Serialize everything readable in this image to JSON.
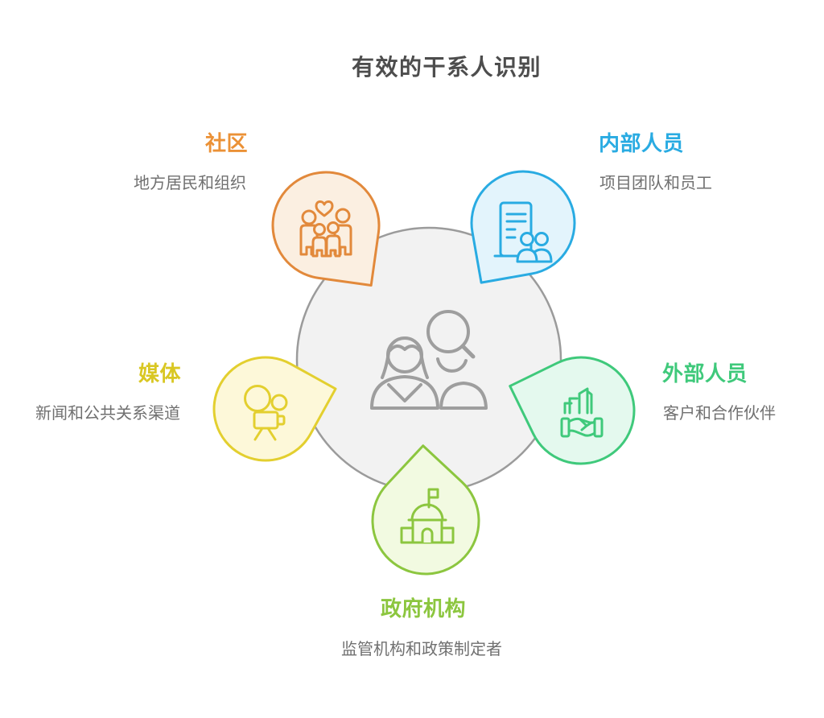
{
  "title": "有效的干系人识别",
  "center": {
    "icon": "people-search-icon",
    "fill": "#F2F2F2",
    "stroke": "#9B9B9B",
    "icon_stroke": "#9E9E9E"
  },
  "text_colors": {
    "title": "#4D4D4D",
    "description": "#707070"
  },
  "nodes": {
    "community": {
      "heading": "社区",
      "description": "地方居民和组织",
      "heading_color": "#EB9136",
      "stroke": "#E2893B",
      "fill": "#FBEFE1",
      "icon": "family-heart-icon"
    },
    "internal": {
      "heading": "内部人员",
      "description": "项目团队和员工",
      "heading_color": "#29ABE2",
      "stroke": "#29ABE2",
      "fill": "#E3F4FC",
      "icon": "office-building-staff-icon"
    },
    "media": {
      "heading": "媒体",
      "description": "新闻和公共关系渠道",
      "heading_color": "#D9C723",
      "stroke": "#E3CF2F",
      "fill": "#FDF8D9",
      "icon": "movie-camera-icon"
    },
    "external": {
      "heading": "外部人员",
      "description": "客户和合作伙伴",
      "heading_color": "#3FC97B",
      "stroke": "#3FC97B",
      "fill": "#E4F9EE",
      "icon": "handshake-buildings-icon"
    },
    "government": {
      "heading": "政府机构",
      "description": "监管机构和政策制定者",
      "heading_color": "#8CC63F",
      "stroke": "#8CC63F",
      "fill": "#F2FAE1",
      "icon": "government-building-icon"
    }
  }
}
